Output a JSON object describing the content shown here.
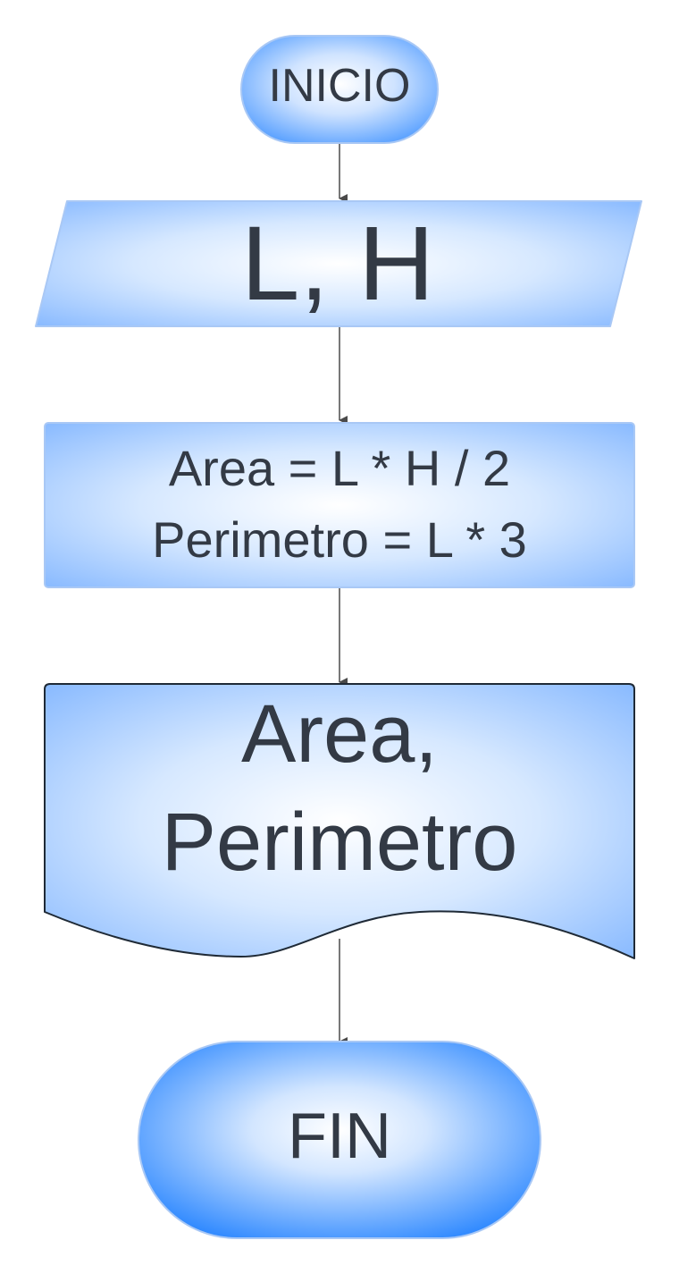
{
  "diagram": {
    "nodes": {
      "start": {
        "label": "INICIO"
      },
      "input": {
        "label": "L, H"
      },
      "process": {
        "lines": [
          "Area = L * H / 2",
          "Perimetro = L * 3"
        ]
      },
      "output": {
        "lines": [
          "Area,",
          "Perimetro"
        ]
      },
      "end": {
        "label": "FIN"
      }
    },
    "colors": {
      "fill_light": "#ffffff",
      "fill_mid": "#c7deff",
      "fill_dark": "#3a8fff",
      "stroke": "#a9c8f5",
      "text": "#333a45",
      "connector": "#4a4a4a"
    }
  }
}
